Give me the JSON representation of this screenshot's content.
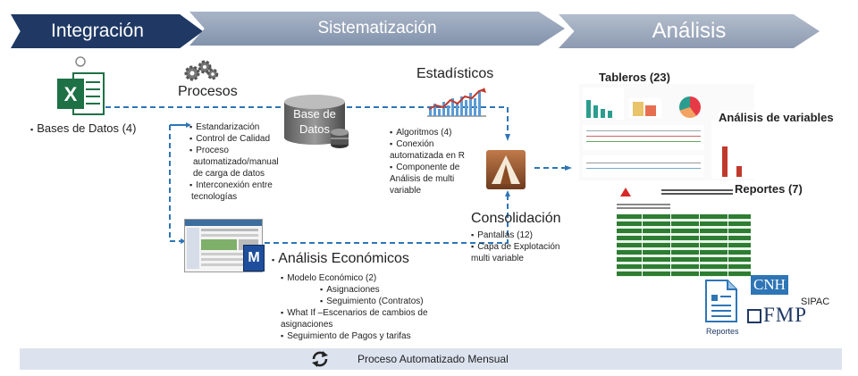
{
  "stages": {
    "integracion": "Integración",
    "sistematizacion": "Sistematización",
    "analisis": "Análisis"
  },
  "left": {
    "bases": "Bases de Datos (4)",
    "procesos": "Procesos"
  },
  "bd": {
    "label1": "Base de",
    "label2": "Datos"
  },
  "process_list": [
    "Estandarización",
    "Control de Calidad",
    "Proceso",
    "automatizado/manual",
    "de carga de datos",
    "Interconexión entre",
    "tecnologías"
  ],
  "estadisticos": {
    "title": "Estadísticos",
    "items": [
      "Algoritmos (4)",
      "Conexión",
      "automatizada en R",
      "Componente de",
      "Análisis de multi",
      "variable"
    ]
  },
  "consolidacion": {
    "title": "Consolidación",
    "items": [
      "Pantallas (12)",
      "Capa de Explotación",
      "multi variable"
    ]
  },
  "economicos": {
    "title": "Análisis Económicos",
    "items": [
      "Modelo Económico (2)",
      "Asignaciones",
      "Seguimiento (Contratos)",
      "What If –Escenarios de cambios de",
      "asignaciones",
      "Seguimiento de Pagos y tarifas"
    ]
  },
  "analisis": {
    "tableros": "Tableros (23)",
    "variables": "Análisis de variables",
    "reportes": "Reportes (7)",
    "reportes_icon": "Reportes",
    "cnh": "CNH",
    "fmp": "FMP",
    "sipac": "SIPAC"
  },
  "footer": {
    "label": "Proceso Automatizado Mensual"
  },
  "colors": {
    "navy": "#1f3864",
    "dashed": "#2e75b6",
    "excel": "#1e7145",
    "footer_bg": "#dce3ef"
  }
}
